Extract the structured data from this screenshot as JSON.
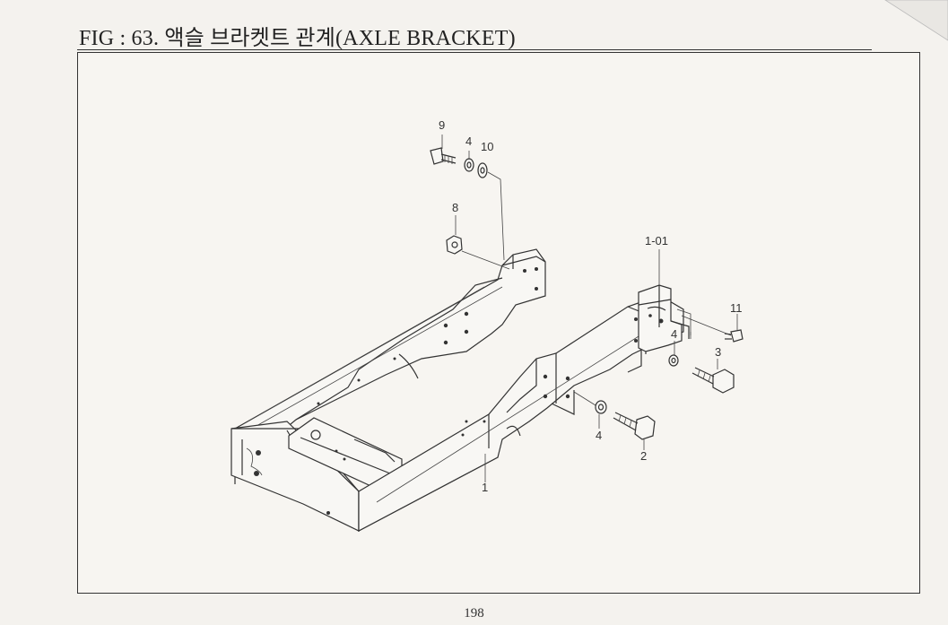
{
  "header": {
    "title": "FIG : 63. 액슬 브라켓트 관계(AXLE BRACKET)"
  },
  "footer": {
    "page_number": "198"
  },
  "callouts": {
    "c9": "9",
    "c4a": "4",
    "c10": "10",
    "c8": "8",
    "c101": "1-01",
    "c11": "11",
    "c4b": "4",
    "c3": "3",
    "c4c": "4",
    "c2": "2",
    "c1": "1"
  }
}
